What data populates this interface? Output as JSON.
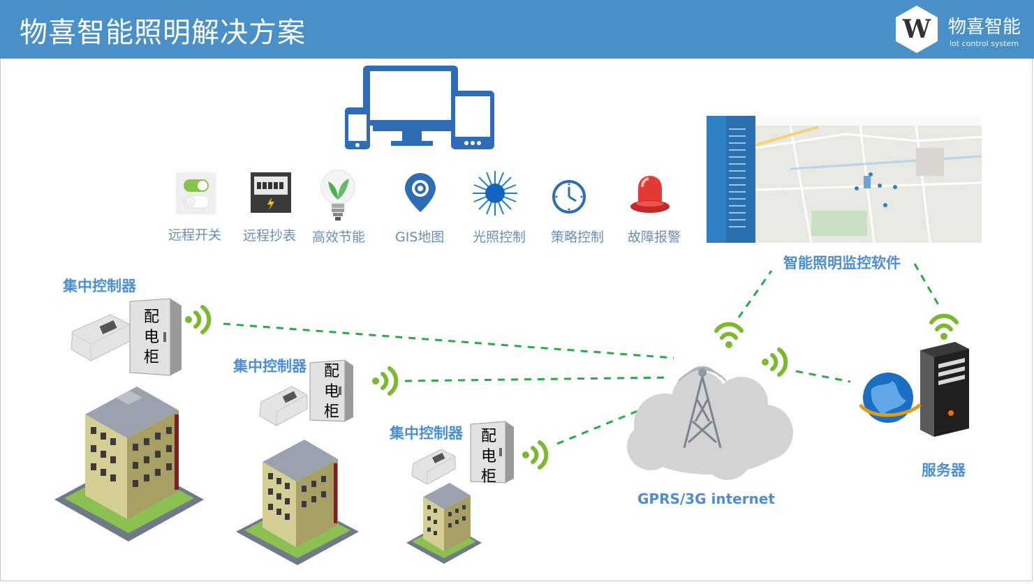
{
  "header": {
    "title": "物喜智能照明解决方案",
    "brand_name": "物喜智能",
    "brand_sub": "lot control system",
    "logo_letter": "W"
  },
  "features": [
    {
      "label": "远程开关",
      "icon": "toggle-switch-icon"
    },
    {
      "label": "远程抄表",
      "icon": "electric-meter-icon"
    },
    {
      "label": "高效节能",
      "icon": "eco-bulb-icon"
    },
    {
      "label": "GIS地图",
      "icon": "map-pin-icon"
    },
    {
      "label": "光照控制",
      "icon": "sun-icon"
    },
    {
      "label": "策略控制",
      "icon": "clock-icon"
    },
    {
      "label": "故障报警",
      "icon": "alarm-light-icon"
    }
  ],
  "software_label": "智能照明监控软件",
  "controllers": [
    {
      "label": "集中控制器",
      "cabinet": [
        "配",
        "电",
        "柜"
      ]
    },
    {
      "label": "集中控制器",
      "cabinet": [
        "配",
        "电",
        "柜"
      ]
    },
    {
      "label": "集中控制器",
      "cabinet": [
        "配",
        "电",
        "柜"
      ]
    }
  ],
  "network_label": "GPRS/3G internet",
  "server_label": "服务器",
  "colors": {
    "header": "#4a90c8",
    "device_blue": "#2e6db5",
    "signal_green": "#7ab930",
    "link_green": "#2aa84a",
    "label_blue": "#4b8ed6"
  }
}
